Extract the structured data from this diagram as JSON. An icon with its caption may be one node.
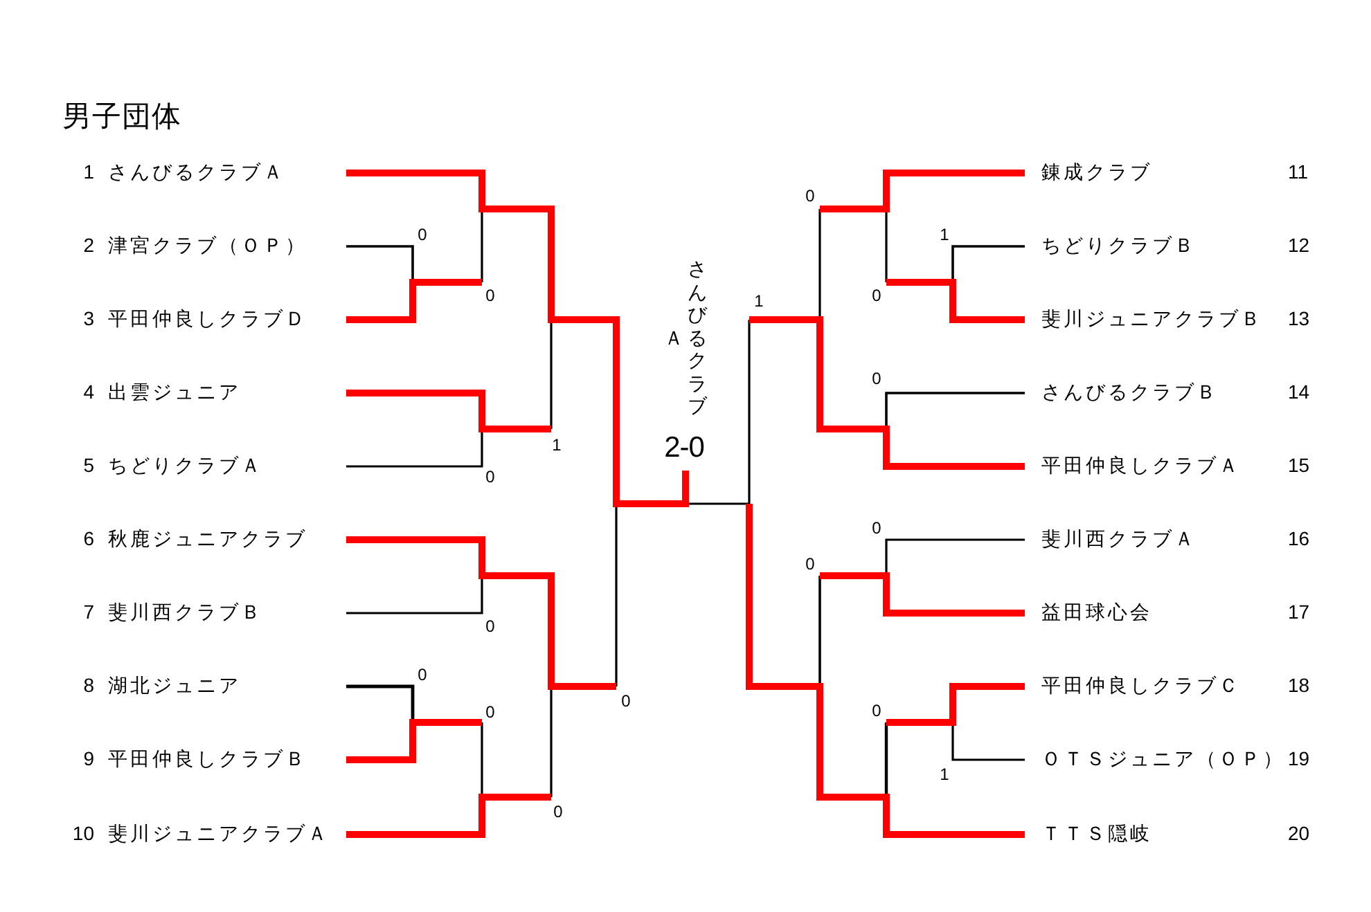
{
  "diagram": {
    "title": "男子団体",
    "nodes": [
      {
        "text": [
          "さんびるクラブＡ"
        ],
        "beside": [
          "1"
        ]
      },
      {
        "text": [
          "津宮クラブ（ＯＰ）"
        ],
        "beside": [
          "2"
        ]
      },
      {
        "text": [
          "平田仲良しクラブＤ"
        ],
        "beside": [
          "3"
        ]
      },
      {
        "text": [
          "出雲ジュニア"
        ],
        "beside": [
          "4"
        ]
      },
      {
        "text": [
          "ちどりクラブＡ"
        ],
        "beside": [
          "5"
        ]
      },
      {
        "text": [
          "秋鹿ジュニアクラブ"
        ],
        "beside": [
          "6"
        ]
      },
      {
        "text": [
          "斐川西クラブＢ"
        ],
        "beside": [
          "7"
        ]
      },
      {
        "text": [
          "湖北ジュニア"
        ],
        "beside": [
          "8"
        ]
      },
      {
        "text": [
          "平田仲良しクラブＢ"
        ],
        "beside": [
          "9"
        ]
      },
      {
        "text": [
          "斐川ジュニアクラブＡ"
        ],
        "beside": [
          "10"
        ]
      },
      {
        "text": [
          "錬成クラブ"
        ]
      },
      {
        "text": [
          "ちどりクラブＢ"
        ]
      },
      {
        "text": [
          "斐川ジュニアクラブＢ"
        ]
      },
      {
        "text": [
          "さんびるクラブＢ"
        ]
      },
      {
        "text": [
          "平田仲良しクラブＡ"
        ]
      },
      {
        "text": [
          "斐川西クラブＡ"
        ]
      },
      {
        "text": [
          "益田球心会"
        ]
      },
      {
        "text": [
          "平田仲良しクラブＣ"
        ]
      },
      {
        "text": [
          "ＯＴＳジュニア（ＯＰ）"
        ]
      },
      {
        "text": [
          "ＴＴＳ隠岐"
        ]
      }
    ],
    "labels": [
      "さんびるクラブＡ",
      "2-0",
      "0",
      "0",
      "1",
      "0",
      "0",
      "0",
      "0",
      "0",
      "0",
      "1",
      "0",
      "1",
      "0",
      "0",
      "0",
      "0",
      "0",
      "1",
      "11",
      "12",
      "13",
      "14",
      "15",
      "16",
      "17",
      "18",
      "19",
      "20"
    ]
  }
}
